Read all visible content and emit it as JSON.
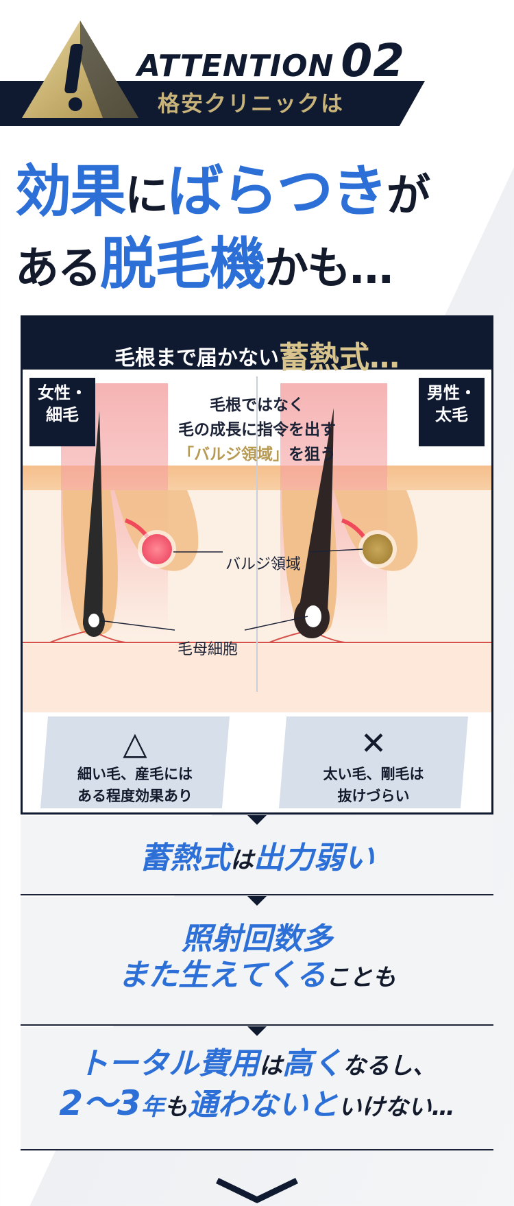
{
  "header": {
    "attention_word": "ATTENTION",
    "attention_num": "02",
    "subtitle": "格安クリニックは"
  },
  "headline": {
    "l1_a": "効果",
    "l1_b": "に",
    "l1_c": "ばらつき",
    "l1_d": "が",
    "l2_a": "ある",
    "l2_b": "脱毛機",
    "l2_c": "かも…"
  },
  "panel": {
    "title_a": "毛根まで届かない",
    "title_b": "蓄熱式…",
    "tag_left_1": "女性・",
    "tag_left_2": "細毛",
    "tag_right_1": "男性・",
    "tag_right_2": "太毛",
    "note_1": "毛根ではなく",
    "note_2": "毛の成長に指令を出す",
    "note_3": "「バルジ領域」",
    "note_4": "を狙う",
    "label_bulge": "バルジ領域",
    "label_mother": "毛母細胞",
    "verdict_left_sym": "△",
    "verdict_left_1": "細い毛、産毛には",
    "verdict_left_2": "ある程度効果あり",
    "verdict_right_sym": "✕",
    "verdict_right_1": "太い毛、剛毛は",
    "verdict_right_2": "抜けづらい"
  },
  "results": {
    "r1_a": "蓄熱式",
    "r1_b": "は",
    "r1_c": "出力弱い",
    "r2_l1": "照射回数多",
    "r2_l2_a": "また生えてくる",
    "r2_l2_b": "ことも",
    "r3_l1_a": "トータル費用",
    "r3_l1_b": "は",
    "r3_l1_c": "高く",
    "r3_l1_d": "なるし、",
    "r3_l2_a": "2〜3",
    "r3_l2_b": "年",
    "r3_l2_c": "も",
    "r3_l2_d": "通わない",
    "r3_l2_e": "と",
    "r3_l2_f": "いけない…"
  },
  "colors": {
    "navy": "#0f1a30",
    "blue": "#2c6fd6",
    "gold": "#c8b37a",
    "skin": "#f6c89a"
  }
}
